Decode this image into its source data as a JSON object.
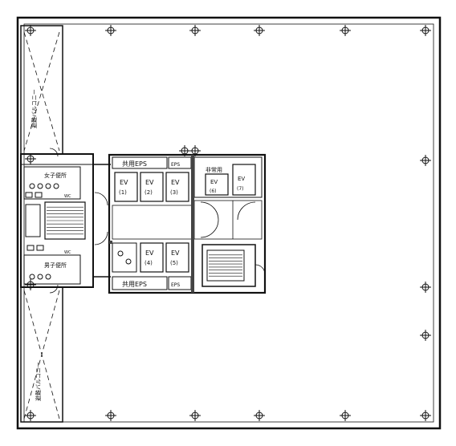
{
  "rooms": {
    "eps_top": "共用EPS",
    "eps_top_small": "EPS",
    "eps_bottom": "共用EPS",
    "eps_bottom_small": "EPS",
    "women_toilet": "女子便所",
    "men_toilet": "男子便所",
    "balcony_top": "避難バルコニー",
    "balcony_bottom": "避難バルコニー",
    "freight_ev": "非常用",
    "small_label": "WC"
  },
  "elevators": [
    {
      "label": "EV",
      "num": "(1)"
    },
    {
      "label": "EV",
      "num": "(2)"
    },
    {
      "label": "EV",
      "num": "(3)"
    },
    {
      "label": "EV",
      "num": "(4)"
    },
    {
      "label": "EV",
      "num": "(5)"
    },
    {
      "label": "EV",
      "num": "(6)"
    },
    {
      "label": "EV",
      "num": "(7)"
    }
  ],
  "colors": {
    "line": "#111111",
    "paper": "#ffffff"
  }
}
